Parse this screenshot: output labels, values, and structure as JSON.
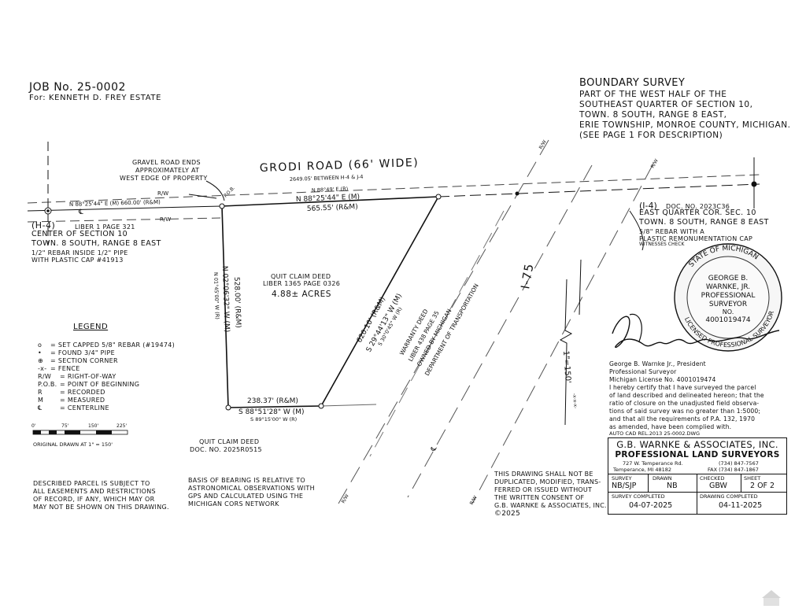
{
  "header": {
    "job_no": "JOB No. 25-0002",
    "for": "For: KENNETH D. FREY ESTATE"
  },
  "boundary_survey": {
    "title": "BOUNDARY SURVEY",
    "lines": [
      "PART OF THE WEST HALF OF THE",
      "SOUTHEAST QUARTER OF SECTION 10,",
      "TOWN. 8 SOUTH, RANGE 8 EAST,",
      "ERIE TOWNSHIP, MONROE COUNTY, MICHIGAN.",
      "(SEE PAGE 1 FOR DESCRIPTION)"
    ]
  },
  "road": {
    "name": "GRODI ROAD (66' WIDE)",
    "between": "2649.05' BETWEEN H-4 & J-4",
    "gravel_note": [
      "GRAVEL ROAD ENDS",
      "APPROXIMATELY AT",
      "WEST EDGE OF PROPERTY"
    ],
    "north_bearing_r": "N 88°49' E (R)",
    "north_bearing_m": "N 88°25'44\" E (M)",
    "north_distance": "565.55' (R&M)",
    "west_bearing": "N 88°25'44\" E (M) 660.00' (R&M)",
    "rw": "R/W",
    "cl": "℄",
    "pob": "P.O.B."
  },
  "center_section": {
    "label": "(H-4)",
    "liber": "LIBER 1 PAGE 321",
    "lines": [
      "CENTER OF SECTION 10",
      "TOWN. 8 SOUTH, RANGE 8 EAST",
      "1/2\" REBAR INSIDE 1/2\" PIPE",
      "WITH PLASTIC CAP #41913"
    ]
  },
  "east_quarter": {
    "label": "(I-4)",
    "doc": "DOC. NO. 2023C36",
    "lines": [
      "EAST QUARTER COR. SEC. 10",
      "TOWN. 8 SOUTH, RANGE 8 EAST",
      "5/8\" REBAR WITH A",
      "PLASTIC REMONUMENTATION CAP"
    ],
    "witness": "WITNESSES CHECK"
  },
  "parcel": {
    "deed": "QUIT CLAIM DEED",
    "liber": "LIBER 1365 PAGE 0326",
    "acres": "4.88± ACRES",
    "west_m": "N 02°06'32\" W (M)",
    "west_r": "N 01°45'00\" W (R)",
    "west_dist": "528.00' (R&M)",
    "south_dist": "238.37' (R&M)",
    "south_m": "S 88°51'28\" W (M)",
    "south_r": "S 89°15'00\" W (R)",
    "east_dist": "620.10' (R&M)",
    "east_m": "S 29°44'13\" W (M)",
    "east_r": "S 30°0'45\" W (R)"
  },
  "warranty": [
    "WARRANTY DEED",
    "LIBER 438 PAGE 35",
    "OWNED BY MICHIGAN",
    "DEPARTMENT OF TRANSPORTATION"
  ],
  "south_qcd": [
    "QUIT CLAIM DEED",
    "DOC. NO. 2025R0515"
  ],
  "highway": {
    "name": "I-75",
    "scale": "1\"=150'"
  },
  "legend": {
    "title": "LEGEND",
    "items": [
      {
        "sym": "o",
        "text": "= SET CAPPED 5/8\" REBAR (#19474)"
      },
      {
        "sym": "•",
        "text": "= FOUND 3/4\" PIPE"
      },
      {
        "sym": "⊕",
        "text": "= SECTION CORNER"
      },
      {
        "sym": "-x-",
        "text": "= FENCE"
      },
      {
        "sym": "R/W",
        "text": "= RIGHT-OF-WAY"
      },
      {
        "sym": "P.O.B.",
        "text": "= POINT OF BEGINNING"
      },
      {
        "sym": "R",
        "text": "= RECORDED"
      },
      {
        "sym": "M",
        "text": "= MEASURED"
      },
      {
        "sym": "℄",
        "text": "= CENTERLINE"
      }
    ]
  },
  "scale_bar": {
    "ticks": [
      "0'",
      "75'",
      "150'",
      "225'"
    ],
    "note": "ORIGINAL DRAWN AT 1\" = 150'"
  },
  "notes": {
    "described": [
      "DESCRIBED PARCEL IS SUBJECT TO",
      "ALL EASEMENTS AND RESTRICTIONS",
      "OF RECORD, IF ANY, WHICH MAY OR",
      "MAY NOT BE SHOWN ON THIS DRAWING."
    ],
    "basis": [
      "BASIS OF BEARING IS RELATIVE TO",
      "ASTRONOMICAL OBSERVATIONS WITH",
      "GPS AND CALCULATED USING THE",
      "MICHIGAN CORS NETWORK"
    ],
    "notice": [
      "THIS DRAWING SHALL NOT BE",
      "DUPLICATED, MODIFIED, TRANS-",
      "FERRED OR ISSUED WITHOUT",
      "THE WRITTEN CONSENT OF",
      "G.B. WARNKE & ASSOCIATES, INC.",
      "©2025"
    ]
  },
  "seal": {
    "top": "STATE OF MICHIGAN",
    "name1": "GEORGE B.",
    "name2": "WARNKE, JR.",
    "prof": "PROFESSIONAL",
    "surveyor": "SURVEYOR",
    "no": "NO.",
    "number": "4001019474",
    "bottom": "LICENSED PROFESSIONAL SURVEYOR"
  },
  "certification": {
    "lines": [
      "George B. Warnke Jr., President",
      "Professional Surveyor",
      "Michigan License No. 4001019474",
      "I hereby certify that I have surveyed the parcel",
      "of land described and delineated hereon; that the",
      "ratio of closure on the unadjusted field observa-",
      "tions of said survey was no greater than 1:5000;",
      "and that all the requirements of P.A. 132, 1970",
      "as amended, have been complied with."
    ],
    "cad": "AUTO CAD REL.2013    25-0002.DWG"
  },
  "title_block": {
    "firm": "G.B. WARNKE & ASSOCIATES, INC.",
    "subtitle": "PROFESSIONAL LAND SURVEYORS",
    "addr1": "727 W. Temperance Rd.",
    "addr2": "Temperance, MI  48182",
    "phone": "(734) 847-7567",
    "fax": "FAX (734) 847-1867",
    "survey_label": "SURVEY",
    "survey_val": "NB/SJP",
    "drawn_label": "DRAWN",
    "drawn_val": "NB",
    "checked_label": "CHECKED",
    "checked_val": "GBW",
    "sheet_label": "SHEET",
    "sheet_val": "2 OF 2",
    "survey_completed_label": "SURVEY COMPLETED",
    "survey_completed_val": "04-07-2025",
    "drawing_completed_label": "DRAWING COMPLETED",
    "drawing_completed_val": "04-11-2025"
  },
  "colors": {
    "ink": "#111111",
    "paper": "#ffffff",
    "dash": "#444444"
  }
}
